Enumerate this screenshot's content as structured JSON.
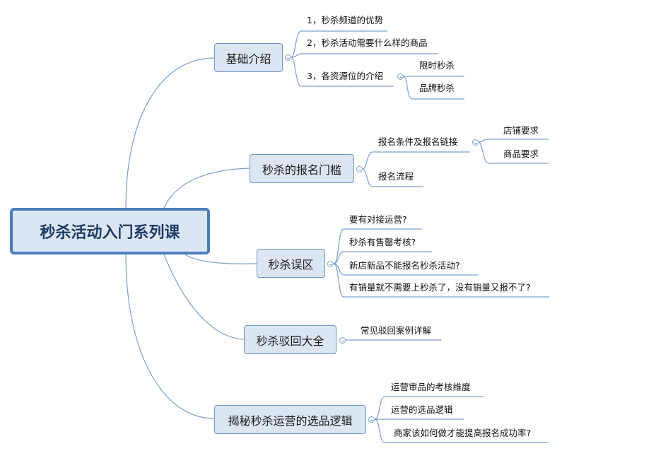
{
  "central": "秒杀活动入门系列课",
  "branches": [
    {
      "label": "基础介绍",
      "items": [
        {
          "label": "1，秒杀频道的优势"
        },
        {
          "label": "2，秒杀活动需要什么样的商品"
        },
        {
          "label": "3，各资源位的介绍",
          "children": [
            "限时秒杀",
            "品牌秒杀"
          ]
        }
      ]
    },
    {
      "label": "秒杀的报名门槛",
      "items": [
        {
          "label": "报名条件及报名链接",
          "children": [
            "店铺要求",
            "商品要求"
          ]
        },
        {
          "label": "报名流程"
        }
      ]
    },
    {
      "label": "秒杀误区",
      "items": [
        {
          "label": "要有对接运营?"
        },
        {
          "label": "秒杀有售罄考核?"
        },
        {
          "label": "新店新品不能报名秒杀活动?"
        },
        {
          "label": "有销量就不需要上秒杀了，没有销量又报不了?"
        }
      ]
    },
    {
      "label": "秒杀驳回大全",
      "items": [
        {
          "label": "常见驳回案例详解"
        }
      ]
    },
    {
      "label": "揭秘秒杀运营的选品逻辑",
      "items": [
        {
          "label": "运营审品的考核维度"
        },
        {
          "label": "运营的选品逻辑"
        },
        {
          "label": "商家该如何做才能提高报名成功率?"
        }
      ]
    }
  ]
}
